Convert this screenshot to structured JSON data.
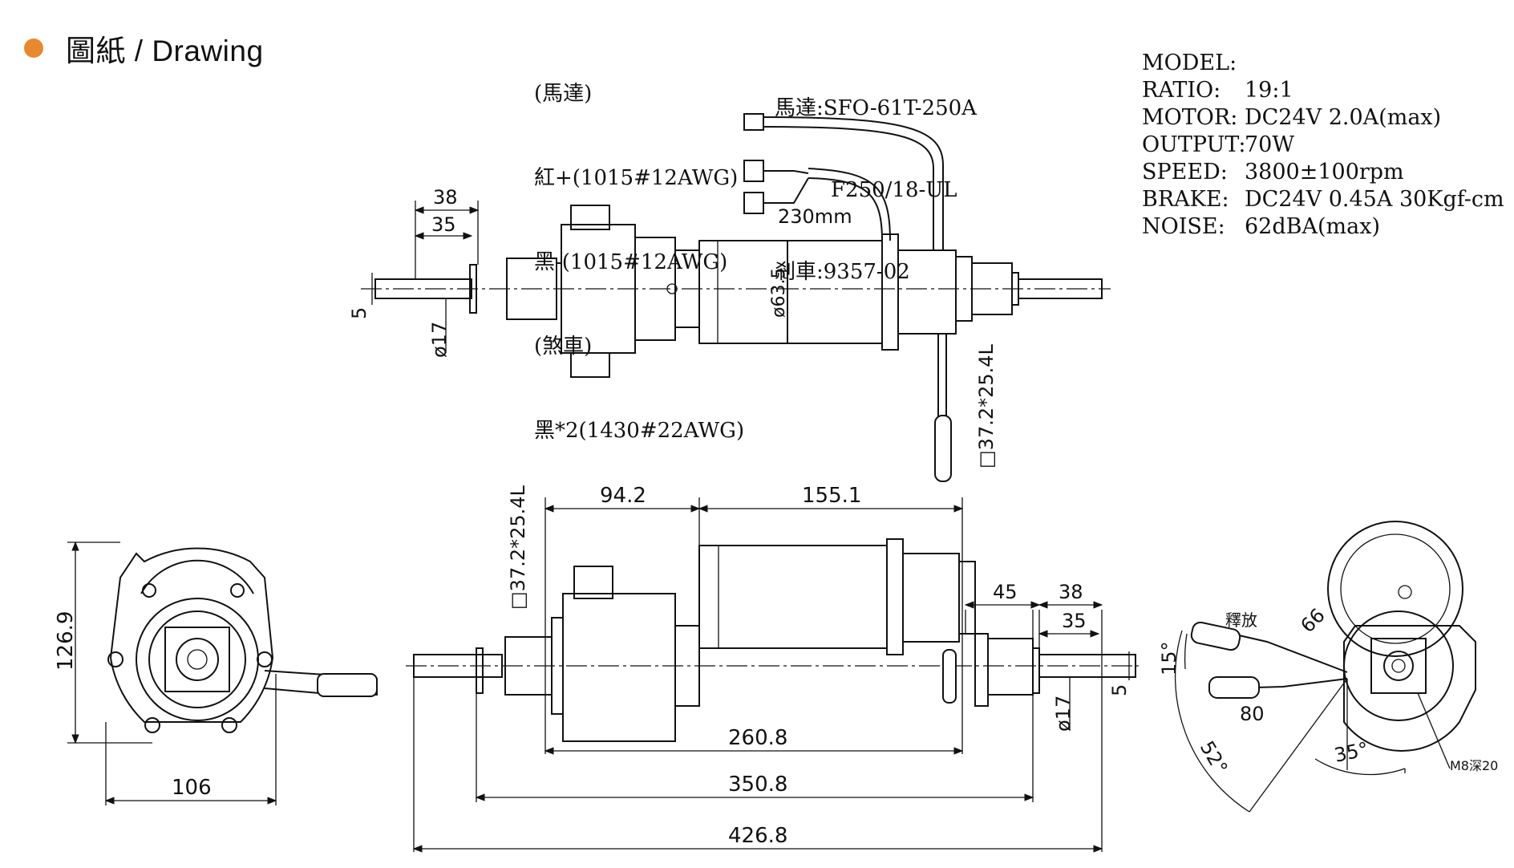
{
  "header": {
    "title": "圖紙 / Drawing",
    "accent_color": "#e8892f"
  },
  "wire_notes": [
    "(馬達)",
    "紅+(1015#12AWG)",
    "黑-(1015#12AWG)",
    "(煞車)",
    "黑*2(1430#22AWG)"
  ],
  "motor_notes": [
    "馬達:SFO-61T-250A",
    "F250/18-UL",
    "剎車:9357-02"
  ],
  "specs": [
    {
      "key": "MODEL:",
      "value": ""
    },
    {
      "key": "RATIO:",
      "value": "19:1"
    },
    {
      "key": "MOTOR:",
      "value": "DC24V  2.0A(max)"
    },
    {
      "key": "OUTPUT:",
      "value": "70W"
    },
    {
      "key": "SPEED:",
      "value": "3800±100rpm"
    },
    {
      "key": "BRAKE:",
      "value": "DC24V 0.45A 30Kgf-cm"
    },
    {
      "key": "NOISE:",
      "value": "62dBA(max)"
    }
  ],
  "dims": {
    "top_38": "38",
    "top_35": "35",
    "top_5": "5",
    "top_d17": "ø17",
    "cable_len": "230mm",
    "motor_dia": "ø63.5",
    "key_top": "□37.2*25.4L",
    "d94": "94.2",
    "d155": "155.1",
    "key_front": "□37.2*25.4L",
    "r45": "45",
    "r38": "38",
    "r35": "35",
    "r5": "5",
    "r_d17": "ø17",
    "d260": "260.8",
    "d350": "350.8",
    "d426": "426.8",
    "h126": "126.9",
    "w106": "106",
    "release": "釋放",
    "a66": "66",
    "a15": "15°",
    "l80": "80",
    "a35": "35°",
    "a52": "52°",
    "m8": "M8深20"
  }
}
